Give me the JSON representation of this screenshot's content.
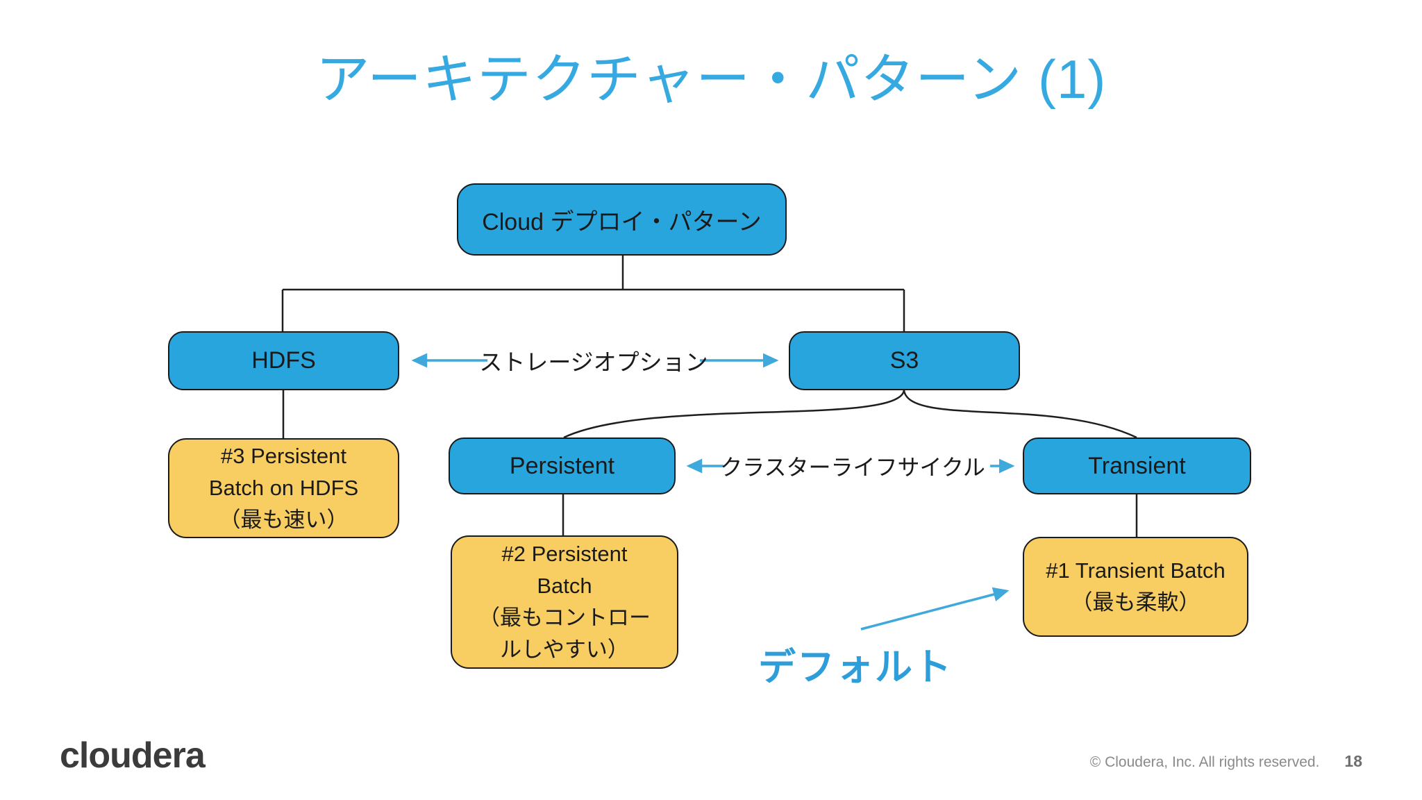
{
  "title": "アーキテクチャー・パターン (1)",
  "colors": {
    "title_blue": "#36a9e1",
    "node_blue": "#29a5de",
    "node_yellow": "#f8ce63",
    "arrow_blue": "#3fa9dc",
    "connector_black": "#1e1e1e"
  },
  "diagram": {
    "nodes": {
      "cloud_deploy": {
        "label": "Cloud デプロイ・パターン"
      },
      "hdfs": {
        "label": "HDFS"
      },
      "s3": {
        "label": "S3"
      },
      "persistent": {
        "label": "Persistent"
      },
      "transient": {
        "label": "Transient"
      },
      "batch3": {
        "lines": [
          "#3 Persistent",
          "Batch on HDFS",
          "（最も速い）"
        ]
      },
      "batch2": {
        "lines": [
          "#2 Persistent",
          "Batch",
          "（最もコントロー",
          "ルしやすい）"
        ]
      },
      "batch1": {
        "lines": [
          "#1 Transient Batch",
          "（最も柔軟）"
        ]
      }
    },
    "edge_labels": {
      "storage_option": "ストレージオプション",
      "cluster_lifecycle": "クラスターライフサイクル"
    },
    "annotation": {
      "default_label": "デフォルト"
    }
  },
  "footer": {
    "logo": "cloudera",
    "copyright": "© Cloudera, Inc. All rights reserved.",
    "page_number": "18"
  }
}
